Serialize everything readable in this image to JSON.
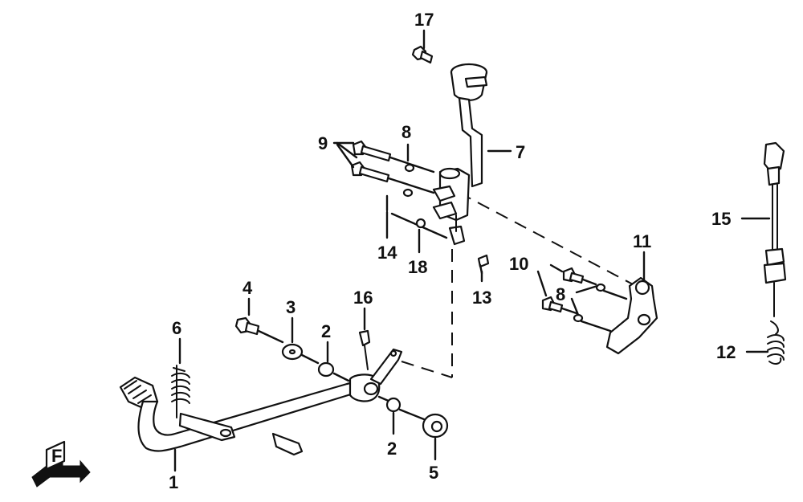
{
  "diagram": {
    "callouts": {
      "c1": "1",
      "c2a": "2",
      "c2b": "2",
      "c3": "3",
      "c4": "4",
      "c5": "5",
      "c6": "6",
      "c7": "7",
      "c8a": "8",
      "c8b": "8",
      "c9": "9",
      "c10": "10",
      "c11": "11",
      "c12": "12",
      "c13": "13",
      "c14": "14",
      "c15": "15",
      "c16": "16",
      "c17": "17",
      "c18": "18"
    },
    "orientation_mark": "F"
  }
}
